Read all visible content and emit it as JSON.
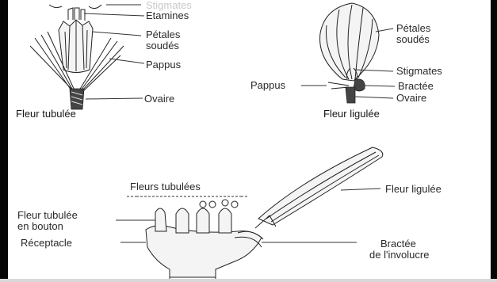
{
  "labels": {
    "stigmates_top": "Stigmates",
    "etamines": "Etamines",
    "petales_soudes_1": "Pétales",
    "petales_soudes_2": "soudés",
    "pappus_tub": "Pappus",
    "ovaire_tub": "Ovaire",
    "fleur_tubulee": "Fleur tubulée",
    "petales_lig_1": "Pétales",
    "petales_lig_2": "soudés",
    "stigmates_lig": "Stigmates",
    "pappus_lig": "Pappus",
    "bractee_lig": "Bractée",
    "ovaire_lig": "Ovaire",
    "fleur_ligulee": "Fleur ligulée",
    "fleurs_tubulees": "Fleurs tubulées",
    "fleur_ligulee_capitule": "Fleur ligulée",
    "bouton_1": "Fleur tubulée",
    "bouton_2": "en bouton",
    "receptacle": "Réceptacle",
    "bractee_inv_1": "Bractée",
    "bractee_inv_2": "de l'involucre"
  }
}
